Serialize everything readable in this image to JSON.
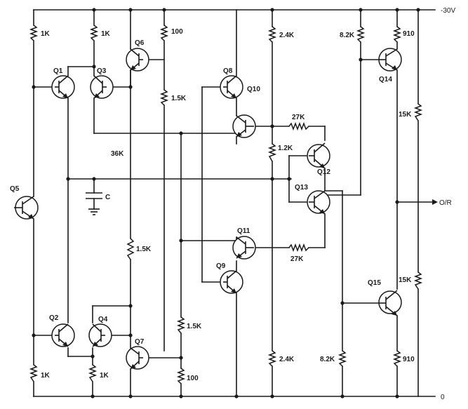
{
  "rails": {
    "top": "-30V",
    "bottom": "0",
    "output": "O/R"
  },
  "capacitor": "C",
  "transistors": [
    {
      "id": "q1",
      "name": "Q1",
      "arrow": "in"
    },
    {
      "id": "q2",
      "name": "Q2",
      "arrow": "out"
    },
    {
      "id": "q3",
      "name": "Q3",
      "arrow": "in"
    },
    {
      "id": "q4",
      "name": "Q4",
      "arrow": "out"
    },
    {
      "id": "q5",
      "name": "Q5",
      "arrow": "in"
    },
    {
      "id": "q6",
      "name": "Q6",
      "arrow": "in"
    },
    {
      "id": "q7",
      "name": "Q7",
      "arrow": "out"
    },
    {
      "id": "q8",
      "name": "Q8",
      "arrow": "in"
    },
    {
      "id": "q9",
      "name": "Q9",
      "arrow": "out"
    },
    {
      "id": "q10",
      "name": "Q10",
      "arrow": "in"
    },
    {
      "id": "q11",
      "name": "Q11",
      "arrow": "out"
    },
    {
      "id": "q12",
      "name": "Q12",
      "arrow": "in"
    },
    {
      "id": "q13",
      "name": "Q13",
      "arrow": "out"
    },
    {
      "id": "q14",
      "name": "Q14",
      "arrow": "in"
    },
    {
      "id": "q15",
      "name": "Q15",
      "arrow": "out"
    }
  ],
  "resistors": [
    {
      "id": "r1",
      "value": "1K"
    },
    {
      "id": "r2",
      "value": "1K"
    },
    {
      "id": "r3",
      "value": "100"
    },
    {
      "id": "r4",
      "value": "1.5K"
    },
    {
      "id": "r5",
      "value": "2.4K"
    },
    {
      "id": "r6",
      "value": "8.2K"
    },
    {
      "id": "r7",
      "value": "910"
    },
    {
      "id": "r8",
      "value": "15K"
    },
    {
      "id": "r9",
      "value": "27K"
    },
    {
      "id": "r10",
      "value": "1.2K"
    },
    {
      "id": "r11",
      "value": "36K"
    },
    {
      "id": "r12",
      "value": "1.5K"
    },
    {
      "id": "r13",
      "value": "27K"
    },
    {
      "id": "r14",
      "value": "15K"
    },
    {
      "id": "r15",
      "value": "1.5K"
    },
    {
      "id": "r16",
      "value": "1K"
    },
    {
      "id": "r17",
      "value": "1K"
    },
    {
      "id": "r18",
      "value": "100"
    },
    {
      "id": "r19",
      "value": "2.4K"
    },
    {
      "id": "r20",
      "value": "8.2K"
    },
    {
      "id": "r21",
      "value": "910"
    }
  ]
}
